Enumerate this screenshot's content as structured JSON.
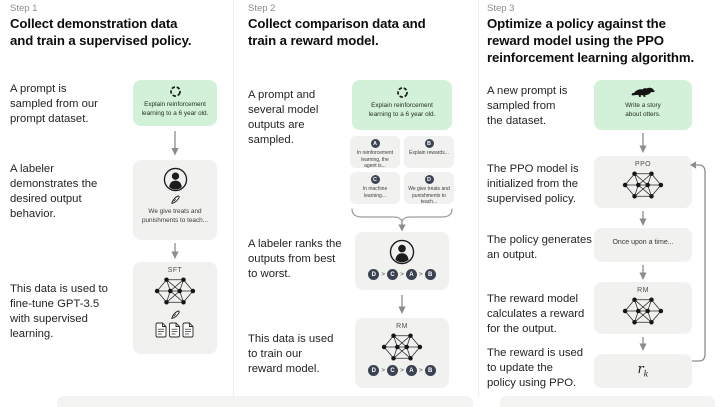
{
  "colors": {
    "prompt_box_bg": "#d3f0d8",
    "model_box_bg": "#f1f1f0",
    "letter_badge_bg": "#3b4252",
    "arrow_gray": "#8c8c8c",
    "step_label_gray": "#8b8b88"
  },
  "rank_separator": ">",
  "step1": {
    "label": "Step 1",
    "title": "Collect demonstration data\nand train a supervised policy.",
    "captions": {
      "prompt": "A prompt is\nsampled from our\nprompt dataset.",
      "labeler": "A labeler\ndemonstrates the\ndesired output\nbehavior.",
      "finetune": "This data is used to\nfine-tune GPT-3.5\nwith supervised\nlearning."
    },
    "prompt_box": {
      "icon": "sample-cycle-icon",
      "text": "Explain reinforcement\nlearning to a 6 year old."
    },
    "labeler_box": {
      "icon": "labeler-person-icon",
      "pen_icon": "pen-icon",
      "text": "We give treats and\npunishments to teach..."
    },
    "sft_box": {
      "label": "SFT",
      "icon": "neural-network-icon",
      "pen_icon": "pen-icon",
      "docs_icon": "documents-icon"
    }
  },
  "step2": {
    "label": "Step 2",
    "title": "Collect comparison data and\ntrain a reward model.",
    "captions": {
      "sample": "A prompt and\nseveral model\noutputs are\nsampled.",
      "rank": "A labeler ranks the\noutputs from best\nto worst.",
      "train": "This data is used\nto train our\nreward model."
    },
    "prompt_box": {
      "icon": "sample-cycle-icon",
      "text": "Explain reinforcement\nlearning to a 6 year old."
    },
    "outputs": [
      {
        "letter": "A",
        "text": "In reinforcement\nlearning, the\nagent is..."
      },
      {
        "letter": "B",
        "text": "Explain rewards..."
      },
      {
        "letter": "C",
        "text": "In machine\nlearning..."
      },
      {
        "letter": "D",
        "text": "We give treats and\npunishments to\nteach..."
      }
    ],
    "labeler_box": {
      "icon": "labeler-person-icon"
    },
    "ranking": [
      "D",
      "C",
      "A",
      "B"
    ],
    "rm_box": {
      "label": "RM",
      "icon": "neural-network-icon"
    }
  },
  "step3": {
    "label": "Step 3",
    "title": "Optimize a policy against the\nreward model using the PPO\nreinforcement learning algorithm.",
    "captions": {
      "prompt": "A new prompt is\nsampled from\nthe dataset.",
      "init": "The PPO model is\ninitialized from the\nsupervised policy.",
      "output": "The policy generates\nan output.",
      "reward": "The reward model\ncalculates a reward\nfor the output.",
      "update": "The reward is used\nto update the\npolicy using PPO."
    },
    "prompt_box": {
      "icon": "otter-icon",
      "text": "Write a story\nabout otters."
    },
    "ppo_box": {
      "label": "PPO",
      "icon": "neural-network-icon"
    },
    "output_box": {
      "text": "Once upon a time..."
    },
    "rm_box": {
      "label": "RM",
      "icon": "neural-network-icon"
    },
    "reward_box": {
      "base": "r",
      "sub": "k"
    }
  }
}
